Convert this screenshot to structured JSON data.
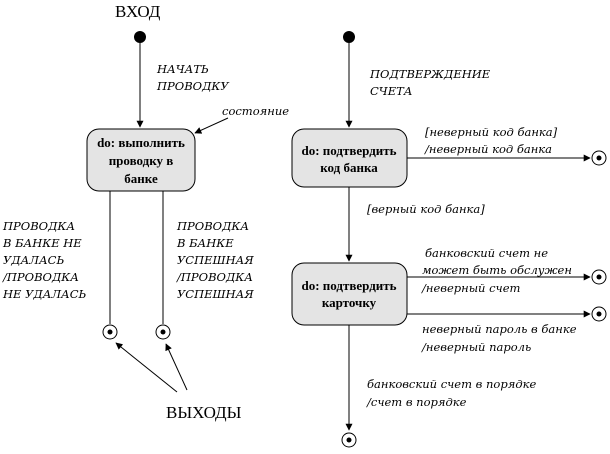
{
  "labels": {
    "entry": "ВХОД",
    "exits": "ВЫХОДЫ",
    "state_pointer": "состояние",
    "start_transaction": [
      "НАЧАТЬ",
      "ПРОВОДКУ"
    ],
    "fail_transaction": [
      "ПРОВОДКА",
      "В БАНКЕ НЕ",
      "УДАЛАСЬ",
      "/ПРОВОДКА",
      "НЕ УДАЛАСЬ"
    ],
    "success_transaction": [
      "ПРОВОДКА",
      "В БАНКЕ",
      "УСПЕШНАЯ",
      "/ПРОВОДКА",
      "УСПЕШНАЯ"
    ],
    "confirmation": [
      "ПОДТВЕРЖДЕНИЕ",
      "СЧЕТА"
    ],
    "wrong_bank_code": [
      "[неверный код банка]",
      "/неверный код банка"
    ],
    "correct_bank_code": "[верный код банка]",
    "account_not_served": [
      "банковский счет не",
      "может быть обслужен",
      "/неверный счет"
    ],
    "wrong_password": [
      "неверный пароль в банке",
      "/неверный пароль"
    ],
    "account_ok": [
      "банковский счет в порядке",
      "/счет в порядке"
    ]
  },
  "states": {
    "transaction": [
      "do: выполнить",
      "проводку в",
      "банке"
    ],
    "verify_bank_code": [
      "do: подтвердить",
      "код банка"
    ],
    "verify_card": [
      "do: подтвердить",
      "карточку"
    ]
  }
}
